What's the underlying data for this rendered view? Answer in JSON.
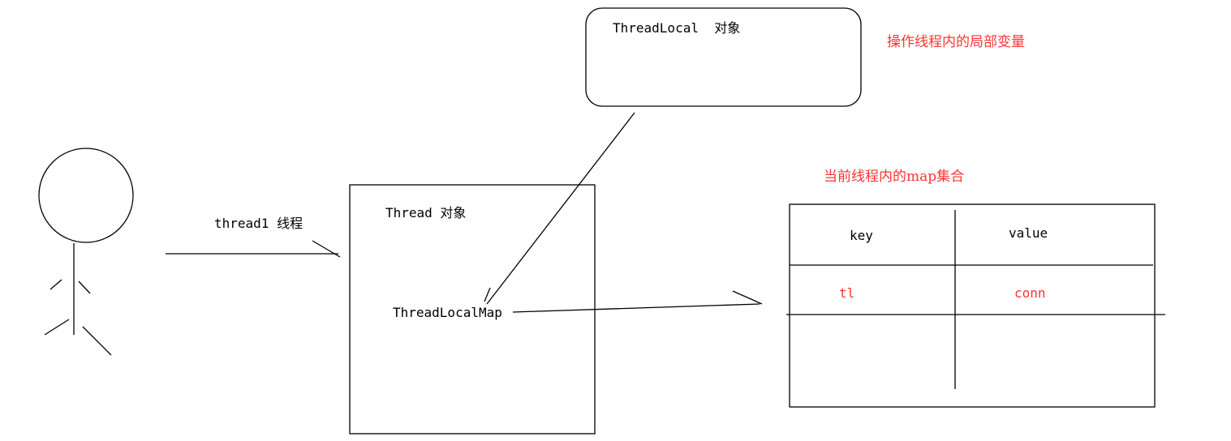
{
  "colors": {
    "stroke": "#000000",
    "note": "#ff3333"
  },
  "actor": {
    "icon": "stick-figure-icon"
  },
  "thread_label": "thread1 线程",
  "thread_box": {
    "title": "Thread 对象",
    "map_label": "ThreadLocalMap"
  },
  "threadlocal_box": {
    "title": "ThreadLocal  对象"
  },
  "notes": {
    "threadlocal_note": "操作线程内的局部变量",
    "map_note": "当前线程内的map集合"
  },
  "map_table": {
    "headers": [
      "key",
      "value"
    ],
    "rows": [
      [
        "tl",
        "conn"
      ],
      [
        "",
        ""
      ]
    ]
  }
}
